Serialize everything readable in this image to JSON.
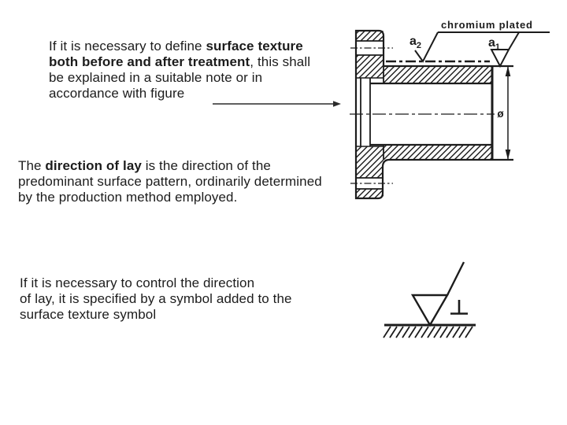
{
  "slide": {
    "background_color": "#ffffff",
    "ink_color": "#1c1c1c"
  },
  "paragraphs": {
    "p1": {
      "l1a": "If it is necessary to define ",
      "l1b": "surface texture",
      "l2a": "both before and after treatment",
      "l2b": ", this shall",
      "l3": "be explained in a suitable note or in",
      "l4": "accordance with figure"
    },
    "p2": {
      "l1a": "The ",
      "l1b": "direction of lay",
      "l1c": " is the direction of the",
      "l2": "predominant surface pattern, ordinarily determined",
      "l3": "by the production method employed."
    },
    "p3": {
      "l1": "If it is necessary to control the direction",
      "l2": "of lay, it is specified by a symbol added to the",
      "l3": "surface texture symbol"
    }
  },
  "figure": {
    "note_label": "chromium plated",
    "a2_base": "a",
    "a2_sub": "2",
    "a1_base": "a",
    "a1_sub": "1",
    "diameter_symbol": "ø"
  },
  "lay_symbol": {
    "meaning": "lay perpendicular to surface",
    "glyph": "⊥"
  }
}
